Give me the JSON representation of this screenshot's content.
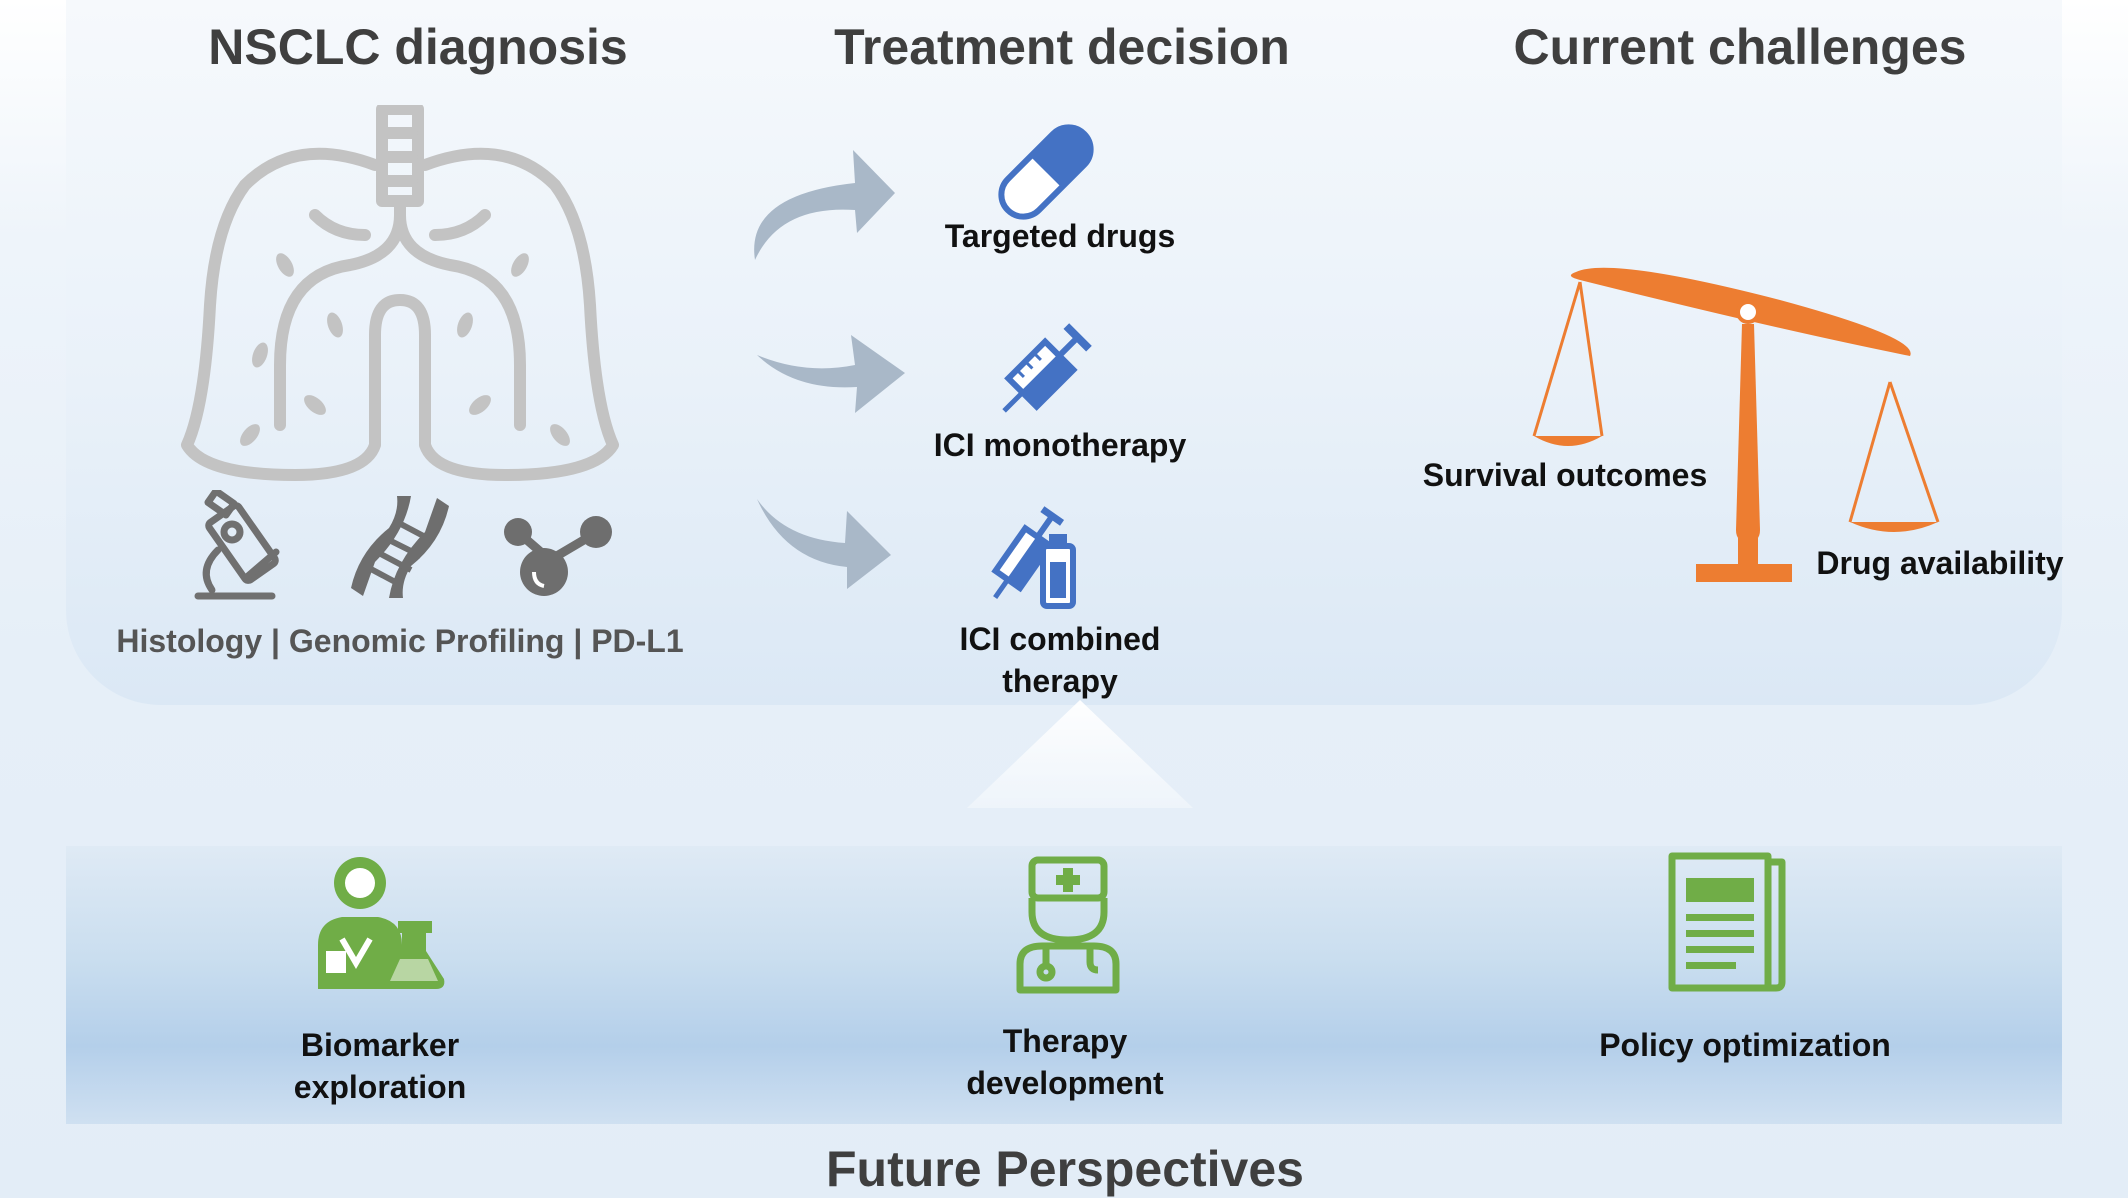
{
  "headings": {
    "diagnosis": "NSCLC diagnosis",
    "treatment": "Treatment decision",
    "challenges": "Current challenges",
    "future": "Future Perspectives"
  },
  "diagnosis": {
    "methods_label": "Histology | Genomic Profiling | PD-L1",
    "icons": [
      "lungs-icon",
      "microscope-icon",
      "dna-icon",
      "molecule-icon"
    ]
  },
  "treatment": {
    "options": [
      {
        "label": "Targeted drugs",
        "icon": "capsule-icon"
      },
      {
        "label": "ICI monotherapy",
        "icon": "syringe-icon"
      },
      {
        "label": "ICI combined\ntherapy",
        "icon": "syringe-vial-icon"
      }
    ]
  },
  "challenges": {
    "scale_left": "Survival outcomes",
    "scale_right": "Drug availability",
    "icon": "balance-scale-icon"
  },
  "future": {
    "items": [
      {
        "label": "Biomarker\nexploration",
        "icon": "researcher-icon"
      },
      {
        "label": "Therapy\ndevelopment",
        "icon": "doctor-icon"
      },
      {
        "label": "Policy optimization",
        "icon": "newspaper-icon"
      }
    ]
  },
  "colors": {
    "treatment_icons": "#4472c4",
    "scale": "#ed7d31",
    "future_icons": "#70ad47",
    "diagnosis_icons": "#b5b5b5",
    "arrows": "#a3b4c6"
  }
}
